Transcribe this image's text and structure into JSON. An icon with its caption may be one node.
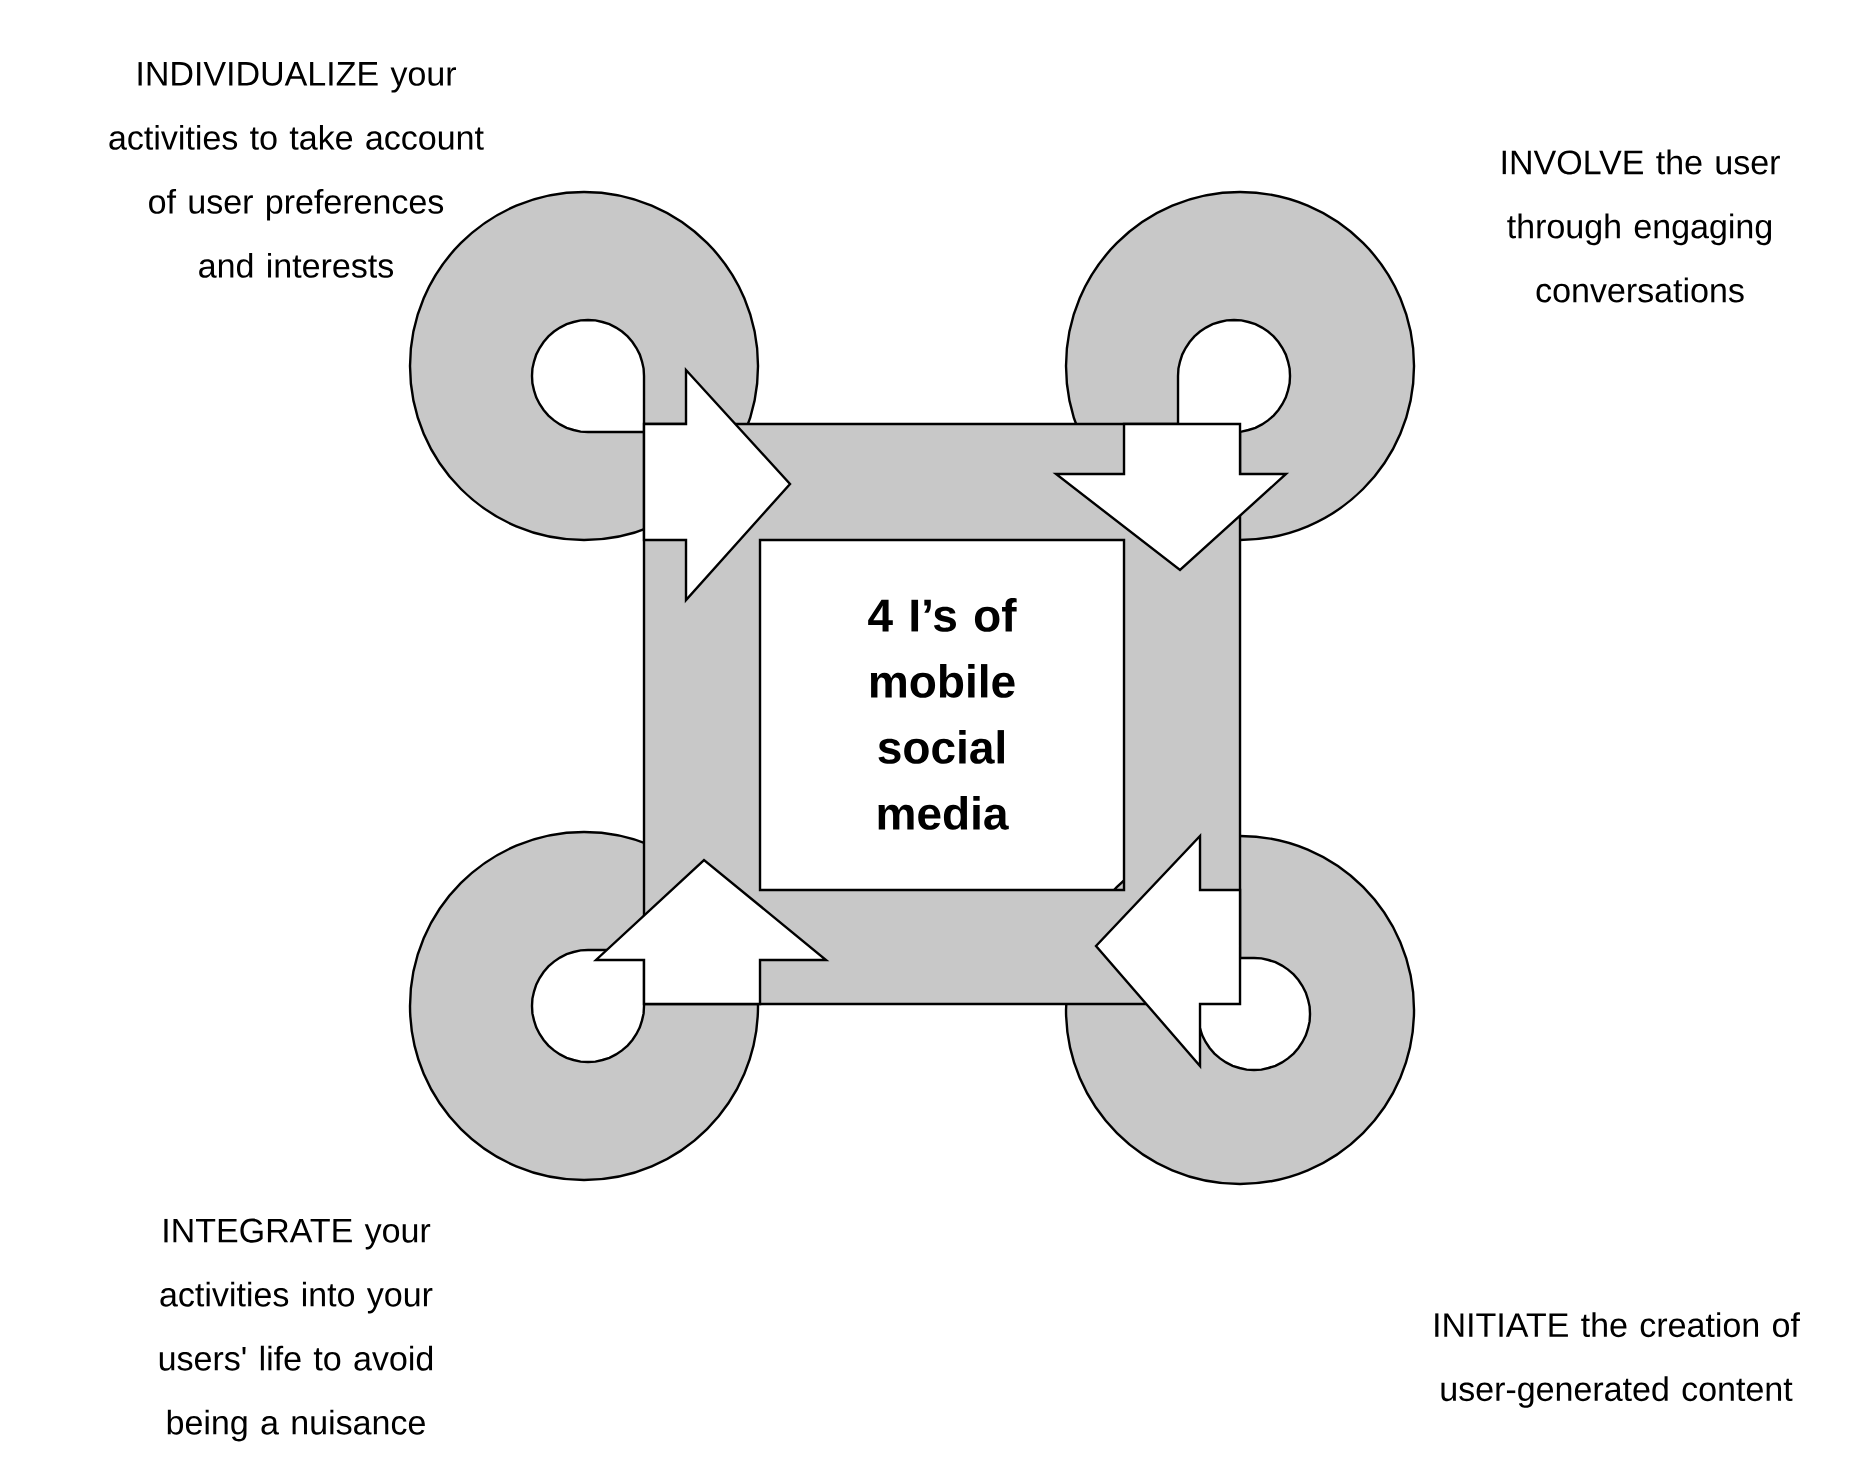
{
  "diagram": {
    "nodes": [
      {
        "text": [
          "4 I’s of mobile social media"
        ]
      }
    ],
    "labels": [
      "INDIVIDUALIZE your activities to take account of user preferences and interests",
      "INVOLVE the user through engaging conversations",
      "INTEGRATE your activities into your users' life to avoid being a nuisance",
      "INITIATE the creation of user-generated content"
    ]
  }
}
